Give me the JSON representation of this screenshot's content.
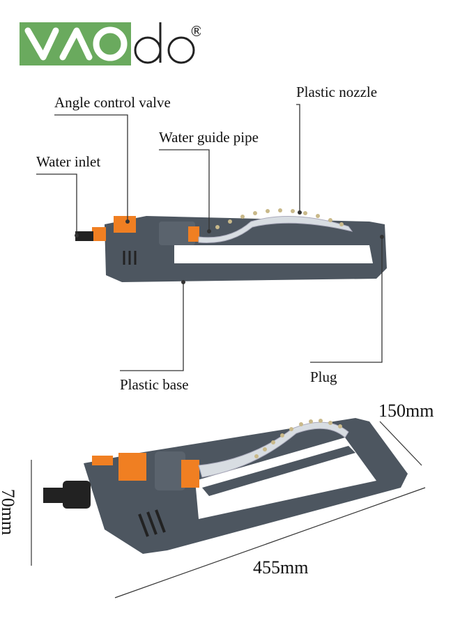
{
  "brand": {
    "logo_text": "VAOdo®",
    "color_green": "#6aaa5e"
  },
  "labels": {
    "angle_control_valve": "Angle control valve",
    "plastic_nozzle": "Plastic nozzle",
    "water_guide_pipe": "Water guide pipe",
    "water_inlet": "Water inlet",
    "plastic_base": "Plastic base",
    "plug": "Plug"
  },
  "dimensions": {
    "width": "150mm",
    "length": "455mm",
    "height": "70mm"
  },
  "colors": {
    "body": "#4d5660",
    "accent": "#f07f22"
  }
}
